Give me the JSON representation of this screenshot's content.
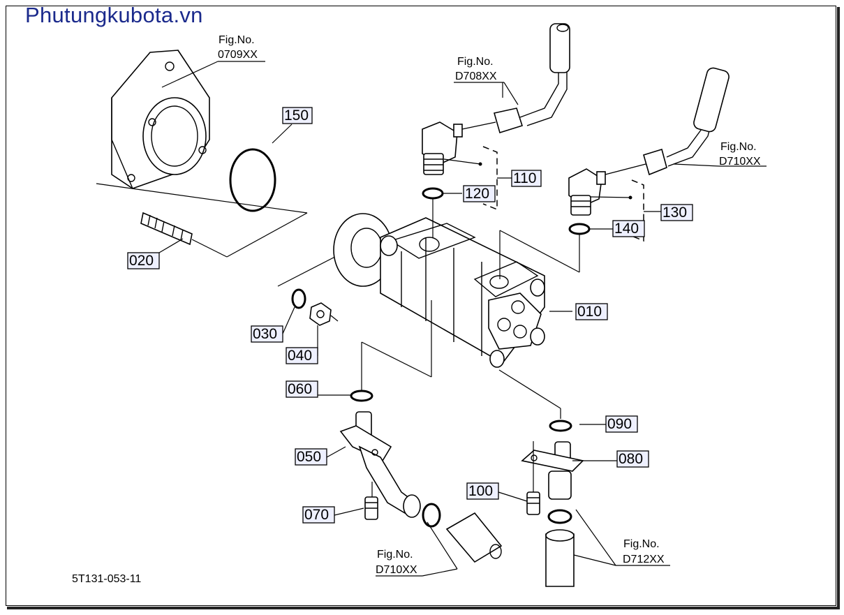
{
  "watermark": "Phutungkubota.vn",
  "diagram_code": "5T131-053-11",
  "figure_refs": {
    "top_left": {
      "line1": "Fig.No.",
      "line2": "0709XX"
    },
    "top_mid": {
      "line1": "Fig.No.",
      "line2": "D708XX"
    },
    "right": {
      "line1": "Fig.No.",
      "line2": "D710XX"
    },
    "bottom_mid": {
      "line1": "Fig.No.",
      "line2": "D710XX"
    },
    "bottom_right": {
      "line1": "Fig.No.",
      "line2": "D712XX"
    }
  },
  "callouts": {
    "p010": "010",
    "p020": "020",
    "p030": "030",
    "p040": "040",
    "p050": "050",
    "p060": "060",
    "p070": "070",
    "p080": "080",
    "p090": "090",
    "p100": "100",
    "p110": "110",
    "p120": "120",
    "p130": "130",
    "p140": "140",
    "p150": "150"
  },
  "colors": {
    "watermark": "#1b2a8c",
    "label_box_fill": "#eef0ff",
    "line": "#000000"
  }
}
